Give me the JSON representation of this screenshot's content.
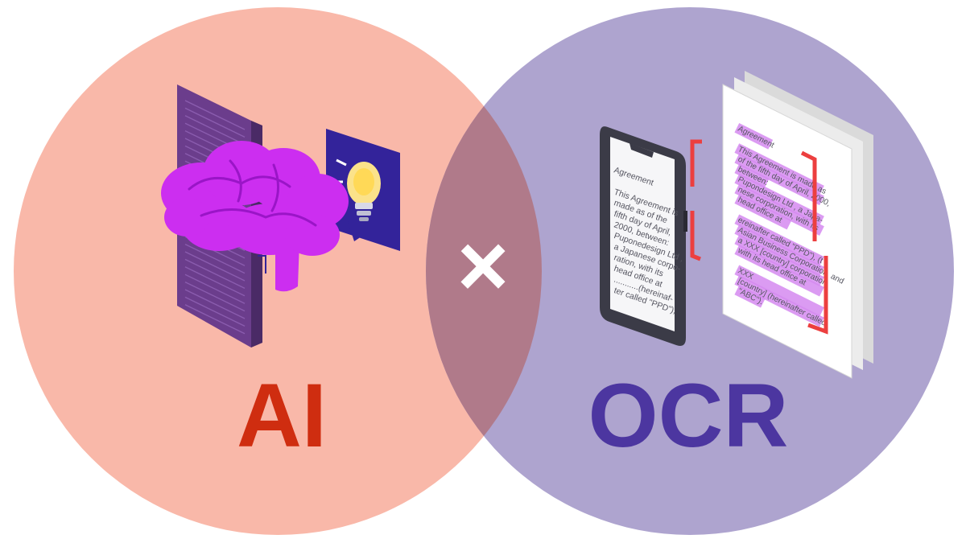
{
  "colors": {
    "left_circle": "#f9b8a9",
    "right_circle": "#aea4cf",
    "overlap": "#b07a8a",
    "ai_label": "#cf2d10",
    "ocr_label": "#4c36a0",
    "brain": "#cc2ef0",
    "server": "#6b3d8c",
    "bulb_card": "#33239a",
    "scan_frame": "#ec3f3f",
    "highlight": "#d58af0"
  },
  "labels": {
    "left": "AI",
    "right": "OCR",
    "operator": "×"
  },
  "icons": {
    "left": [
      "server-rack-icon",
      "brain-icon",
      "lightbulb-icon"
    ],
    "right": [
      "smartphone-icon",
      "scan-frame-icon",
      "document-stack-icon"
    ]
  },
  "phone_document": {
    "title": "Agreement",
    "lines": [
      "This Agreement is",
      "made as of the",
      "fifth day of April,",
      "2000, between:",
      "Puponedesign Ltd ,",
      "a Japanese corpo-",
      "ration, with its",
      "head office at",
      "...........(hereinaf-",
      "ter called \"PPD\"),"
    ]
  },
  "paper_document": {
    "title": "Agreement",
    "lines": [
      "This Agreement is made as",
      "of the fifth day of April, 2000,",
      "between:",
      "Pupondesign Ltd , a Japa-",
      "nese corporation, with its",
      "head office at",
      "",
      "ereinafter called \"PPD\"), (t",
      "Asian Business Corporation, and",
      "a XXX [country] corporation,",
      "with its head office at",
      "",
      "                              XXX",
      "[country] (hereinafter called",
      "\"ABC\")."
    ]
  }
}
